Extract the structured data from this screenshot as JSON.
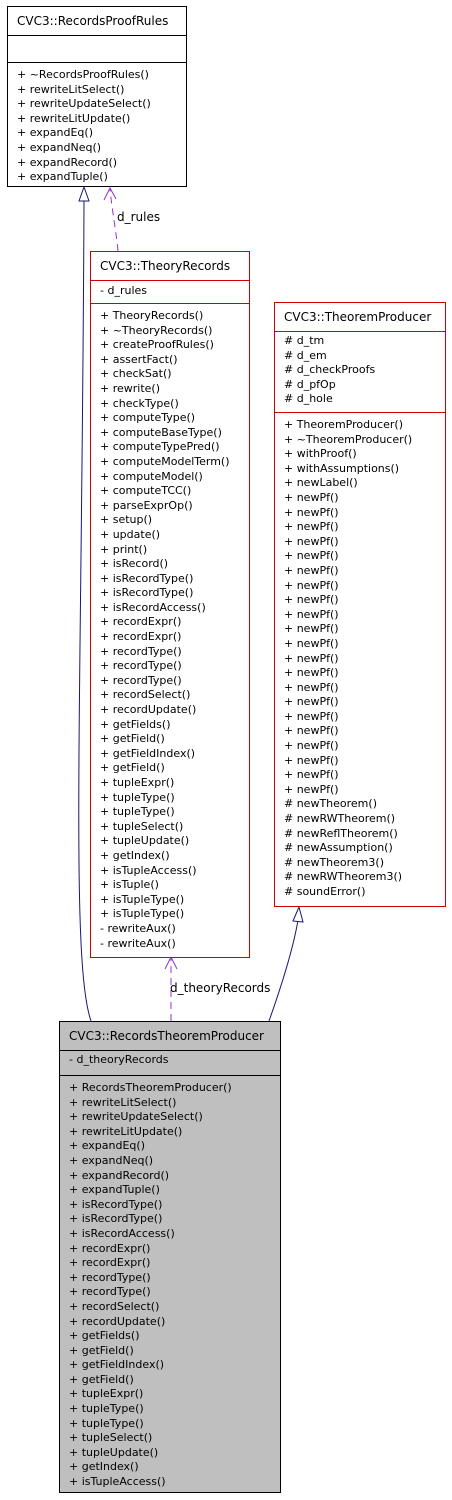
{
  "classes": {
    "records_proof_rules": {
      "name": "CVC3::RecordsProofRules",
      "attributes": [],
      "methods": [
        "+ ~RecordsProofRules()",
        "+ rewriteLitSelect()",
        "+ rewriteUpdateSelect()",
        "+ rewriteLitUpdate()",
        "+ expandEq()",
        "+ expandNeq()",
        "+ expandRecord()",
        "+ expandTuple()"
      ]
    },
    "theory_records": {
      "name": "CVC3::TheoryRecords",
      "attributes": [
        "- d_rules"
      ],
      "methods": [
        "+ TheoryRecords()",
        "+ ~TheoryRecords()",
        "+ createProofRules()",
        "+ assertFact()",
        "+ checkSat()",
        "+ rewrite()",
        "+ checkType()",
        "+ computeType()",
        "+ computeBaseType()",
        "+ computeTypePred()",
        "+ computeModelTerm()",
        "+ computeModel()",
        "+ computeTCC()",
        "+ parseExprOp()",
        "+ setup()",
        "+ update()",
        "+ print()",
        "+ isRecord()",
        "+ isRecordType()",
        "+ isRecordType()",
        "+ isRecordAccess()",
        "+ recordExpr()",
        "+ recordExpr()",
        "+ recordType()",
        "+ recordType()",
        "+ recordType()",
        "+ recordSelect()",
        "+ recordUpdate()",
        "+ getFields()",
        "+ getField()",
        "+ getFieldIndex()",
        "+ getField()",
        "+ tupleExpr()",
        "+ tupleType()",
        "+ tupleType()",
        "+ tupleSelect()",
        "+ tupleUpdate()",
        "+ getIndex()",
        "+ isTupleAccess()",
        "+ isTuple()",
        "+ isTupleType()",
        "+ isTupleType()",
        "- rewriteAux()",
        "- rewriteAux()"
      ]
    },
    "theorem_producer": {
      "name": "CVC3::TheoremProducer",
      "attributes": [
        "# d_tm",
        "# d_em",
        "# d_checkProofs",
        "# d_pfOp",
        "# d_hole"
      ],
      "methods": [
        "+ TheoremProducer()",
        "+ ~TheoremProducer()",
        "+ withProof()",
        "+ withAssumptions()",
        "+ newLabel()",
        "+ newPf()",
        "+ newPf()",
        "+ newPf()",
        "+ newPf()",
        "+ newPf()",
        "+ newPf()",
        "+ newPf()",
        "+ newPf()",
        "+ newPf()",
        "+ newPf()",
        "+ newPf()",
        "+ newPf()",
        "+ newPf()",
        "+ newPf()",
        "+ newPf()",
        "+ newPf()",
        "+ newPf()",
        "+ newPf()",
        "+ newPf()",
        "+ newPf()",
        "+ newPf()",
        "# newTheorem()",
        "# newRWTheorem()",
        "# newReflTheorem()",
        "# newAssumption()",
        "# newTheorem3()",
        "# newRWTheorem3()",
        "# soundError()"
      ]
    },
    "records_theorem_producer": {
      "name": "CVC3::RecordsTheoremProducer",
      "attributes": [
        "- d_theoryRecords"
      ],
      "methods": [
        "+ RecordsTheoremProducer()",
        "+ rewriteLitSelect()",
        "+ rewriteUpdateSelect()",
        "+ rewriteLitUpdate()",
        "+ expandEq()",
        "+ expandNeq()",
        "+ expandRecord()",
        "+ expandTuple()",
        "+ isRecordType()",
        "+ isRecordType()",
        "+ isRecordAccess()",
        "+ recordExpr()",
        "+ recordExpr()",
        "+ recordType()",
        "+ recordType()",
        "+ recordSelect()",
        "+ recordUpdate()",
        "+ getFields()",
        "+ getField()",
        "+ getFieldIndex()",
        "+ getField()",
        "+ tupleExpr()",
        "+ tupleType()",
        "+ tupleType()",
        "+ tupleSelect()",
        "+ tupleUpdate()",
        "+ getIndex()",
        "+ isTupleAccess()"
      ]
    }
  },
  "edge_labels": {
    "d_rules": "d_rules",
    "d_theoryRecords": "d_theoryRecords"
  },
  "colors": {
    "class_border": "#000000",
    "used_class_border": "#cc0000",
    "focus_fill": "#bfbfbf",
    "inheritance_edge": "#191970",
    "usage_edge": "#9a32cd"
  }
}
